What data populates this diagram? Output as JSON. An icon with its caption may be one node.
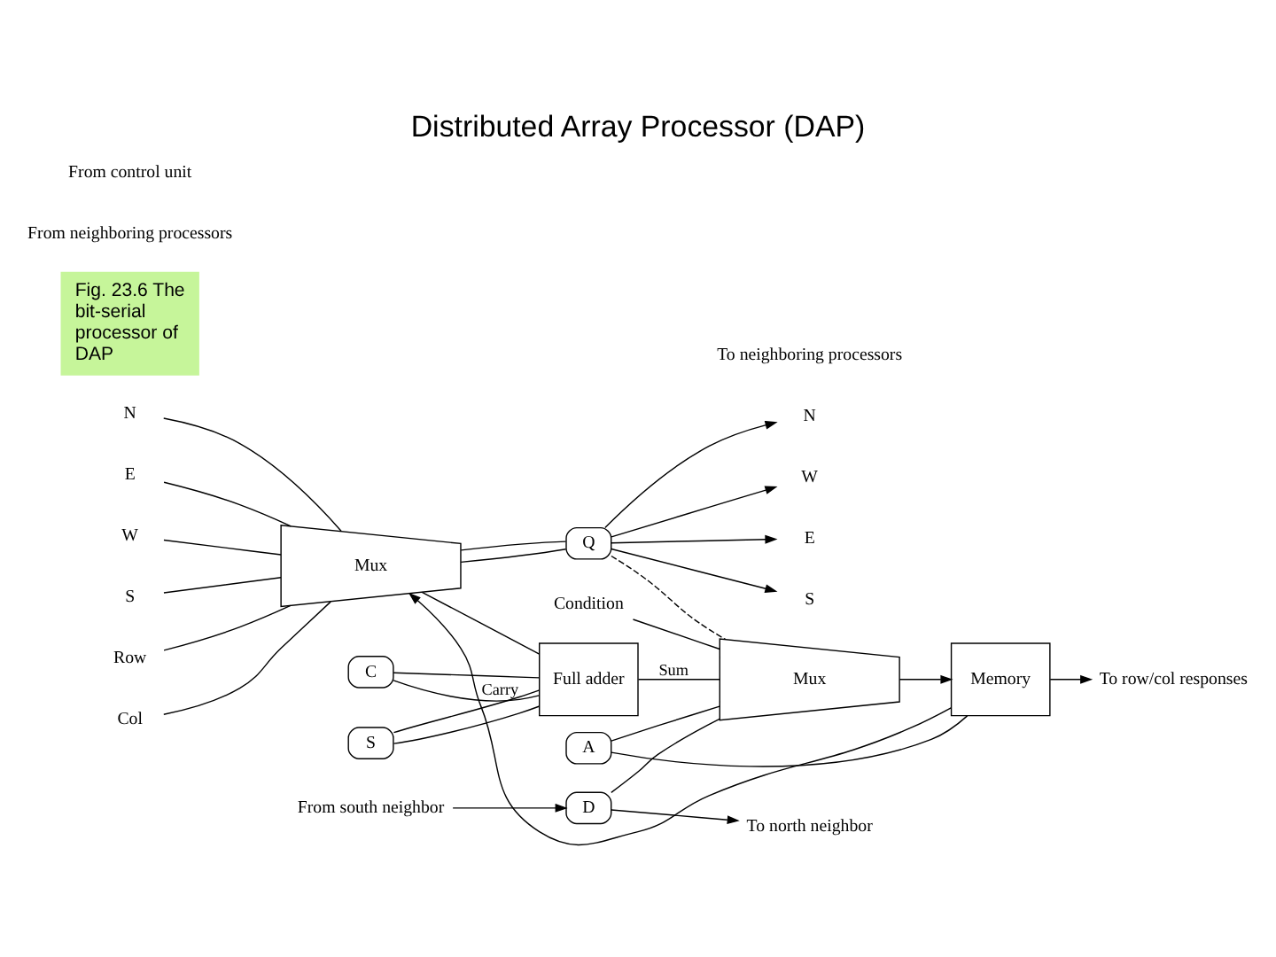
{
  "diagram": {
    "title": "Distributed Array Processor (DAP)",
    "nodes": [
      {
        "text": [
          "N"
        ]
      },
      {
        "text": [
          "W"
        ]
      },
      {
        "text": [
          "E"
        ]
      },
      {
        "text": [
          "S"
        ]
      },
      {
        "text": [
          "To row/col responses"
        ]
      },
      {
        "text": [
          "Q"
        ]
      },
      {
        "text": [
          "Condition"
        ]
      },
      {
        "text": [
          "N"
        ]
      },
      {
        "text": [
          "E"
        ]
      },
      {
        "text": [
          "W"
        ]
      },
      {
        "text": [
          "S"
        ]
      },
      {
        "text": [
          "Mux"
        ]
      },
      {
        "text": [
          "C"
        ]
      },
      {
        "text": [
          "Full adder"
        ]
      },
      {
        "text": [
          "S"
        ]
      },
      {
        "text": [
          "Mux"
        ]
      },
      {
        "text": [
          "Memory"
        ]
      },
      {
        "text": [
          "Row"
        ]
      },
      {
        "text": [
          "Col"
        ]
      },
      {
        "text": [
          "A"
        ]
      },
      {
        "text": [
          "D"
        ]
      },
      {
        "text": [
          "Fig. 23.6 The bit-serial processor of DAP"
        ]
      },
      {
        "text": [
          "From south neighbor"
        ]
      },
      {
        "text": [
          "To north neighbor"
        ]
      }
    ],
    "edges": [
      {
        "from": 5,
        "to": 0,
        "arrow": "to"
      },
      {
        "from": 5,
        "to": 1,
        "arrow": "to"
      },
      {
        "from": 5,
        "to": 2,
        "arrow": "to"
      },
      {
        "from": 5,
        "to": 3,
        "arrow": "to"
      },
      {
        "from": 7,
        "to": 11,
        "arrow": "none"
      },
      {
        "from": 8,
        "to": 11,
        "arrow": "none"
      },
      {
        "from": 9,
        "to": 11,
        "arrow": "none"
      },
      {
        "from": 10,
        "to": 11,
        "arrow": "none"
      },
      {
        "from": 17,
        "to": 11,
        "arrow": "none"
      },
      {
        "from": 18,
        "to": 11,
        "arrow": "none"
      },
      {
        "from": 5,
        "to": 11,
        "arrow": "none"
      },
      {
        "from": 11,
        "to": 5,
        "arrow": "none"
      },
      {
        "from": 11,
        "to": 13,
        "arrow": "none"
      },
      {
        "from": 12,
        "to": 13,
        "arrow": "none"
      },
      {
        "from": 14,
        "to": 13,
        "arrow": "none"
      },
      {
        "from": 13,
        "to": 12,
        "label": "Carry",
        "arrow": "none"
      },
      {
        "from": 13,
        "to": 15,
        "label": "Sum",
        "arrow": "none"
      },
      {
        "from": 13,
        "to": 14,
        "arrow": "none"
      },
      {
        "from": 5,
        "to": 15,
        "arrow": "none",
        "style": "dashed"
      },
      {
        "from": 6,
        "to": 15,
        "arrow": "none"
      },
      {
        "from": 15,
        "to": 16,
        "arrow": "to"
      },
      {
        "from": 16,
        "to": 4,
        "arrow": "to"
      },
      {
        "from": 16,
        "to": 11,
        "arrow": "to"
      },
      {
        "from": 16,
        "to": 19,
        "arrow": "none"
      },
      {
        "from": 19,
        "to": 15,
        "arrow": "none"
      },
      {
        "from": 22,
        "to": 20,
        "arrow": "to"
      },
      {
        "from": 20,
        "to": 23,
        "arrow": "to"
      },
      {
        "from": 20,
        "to": 15,
        "arrow": "none"
      }
    ],
    "labels": [
      "To neighboring processors",
      "From neighboring processors",
      "From control unit"
    ]
  }
}
